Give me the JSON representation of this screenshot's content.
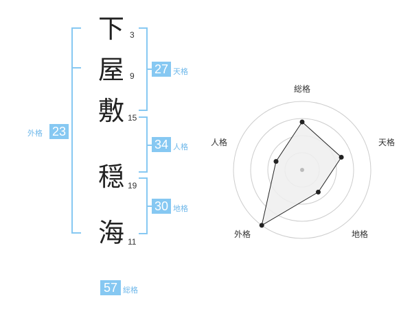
{
  "name_chars": [
    {
      "char": "下",
      "strokes": "3"
    },
    {
      "char": "屋",
      "strokes": "9"
    },
    {
      "char": "敷",
      "strokes": "15"
    },
    {
      "char": "穏",
      "strokes": "19"
    },
    {
      "char": "海",
      "strokes": "11"
    }
  ],
  "kaku": {
    "tenkaku": {
      "value": "27",
      "label": "天格"
    },
    "jinkaku": {
      "value": "34",
      "label": "人格"
    },
    "chikaku": {
      "value": "30",
      "label": "地格"
    },
    "gaikaku": {
      "value": "23",
      "label": "外格"
    },
    "soukaku": {
      "value": "57",
      "label": "総格"
    }
  },
  "colors": {
    "accent": "#86c8f2",
    "text": "#222222"
  },
  "chart_data": {
    "type": "radar",
    "axes": [
      "総格",
      "天格",
      "地格",
      "外格",
      "人格"
    ],
    "values": [
      0.7,
      0.6,
      0.4,
      1.0,
      0.4
    ],
    "range": [
      0,
      1
    ],
    "rings": 4,
    "grid": true
  }
}
